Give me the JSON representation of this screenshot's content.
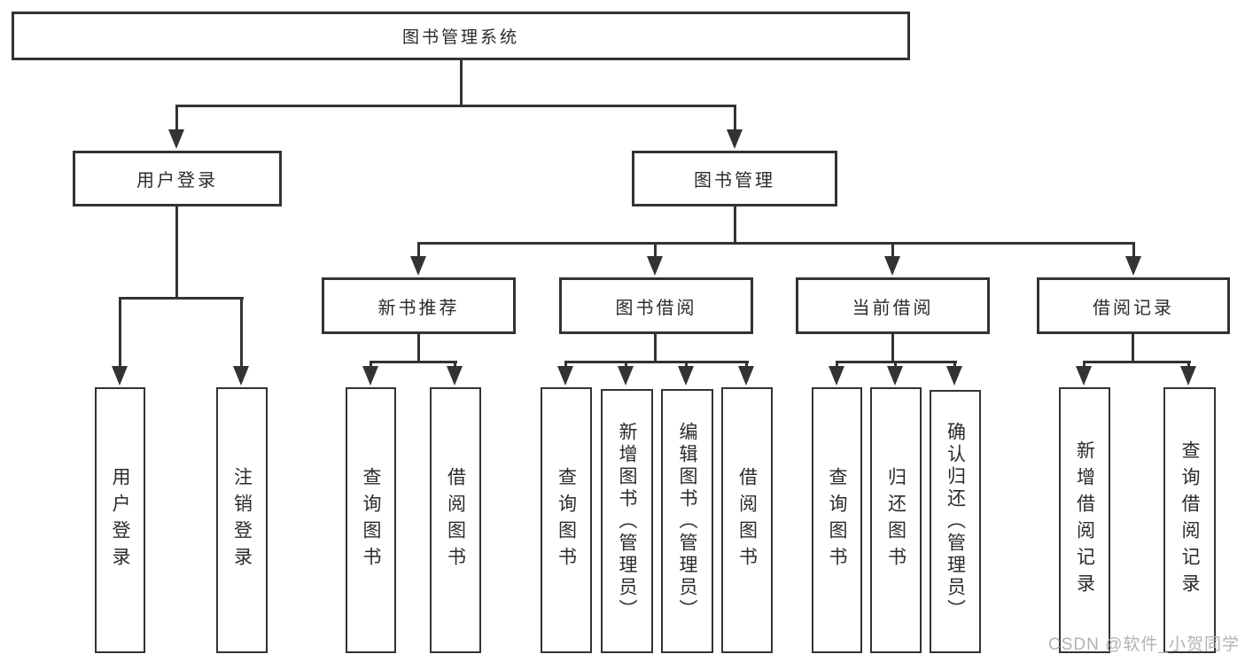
{
  "tree": {
    "root": {
      "label": "图书管理系统"
    },
    "user_login": {
      "label": "用户登录",
      "children": [
        {
          "label": "用户登录"
        },
        {
          "label": "注销登录"
        }
      ]
    },
    "book_mgmt": {
      "label": "图书管理",
      "groups": [
        {
          "label": "新书推荐",
          "children": [
            {
              "label": "查询图书"
            },
            {
              "label": "借阅图书"
            }
          ]
        },
        {
          "label": "图书借阅",
          "children": [
            {
              "label": "查询图书"
            },
            {
              "label": "新增图书（管理员）"
            },
            {
              "label": "编辑图书（管理员）"
            },
            {
              "label": "借阅图书"
            }
          ]
        },
        {
          "label": "当前借阅",
          "children": [
            {
              "label": "查询图书"
            },
            {
              "label": "归还图书"
            },
            {
              "label": "确认归还（管理员）"
            }
          ]
        },
        {
          "label": "借阅记录",
          "children": [
            {
              "label": "新增借阅记录"
            },
            {
              "label": "查询借阅记录"
            }
          ]
        }
      ]
    }
  },
  "watermark": {
    "text": "CSDN @软件_小贺同学"
  },
  "colors": {
    "line": "#333333",
    "text": "#2b2b2b",
    "watermark": "#b2b2b2",
    "background": "#ffffff"
  }
}
